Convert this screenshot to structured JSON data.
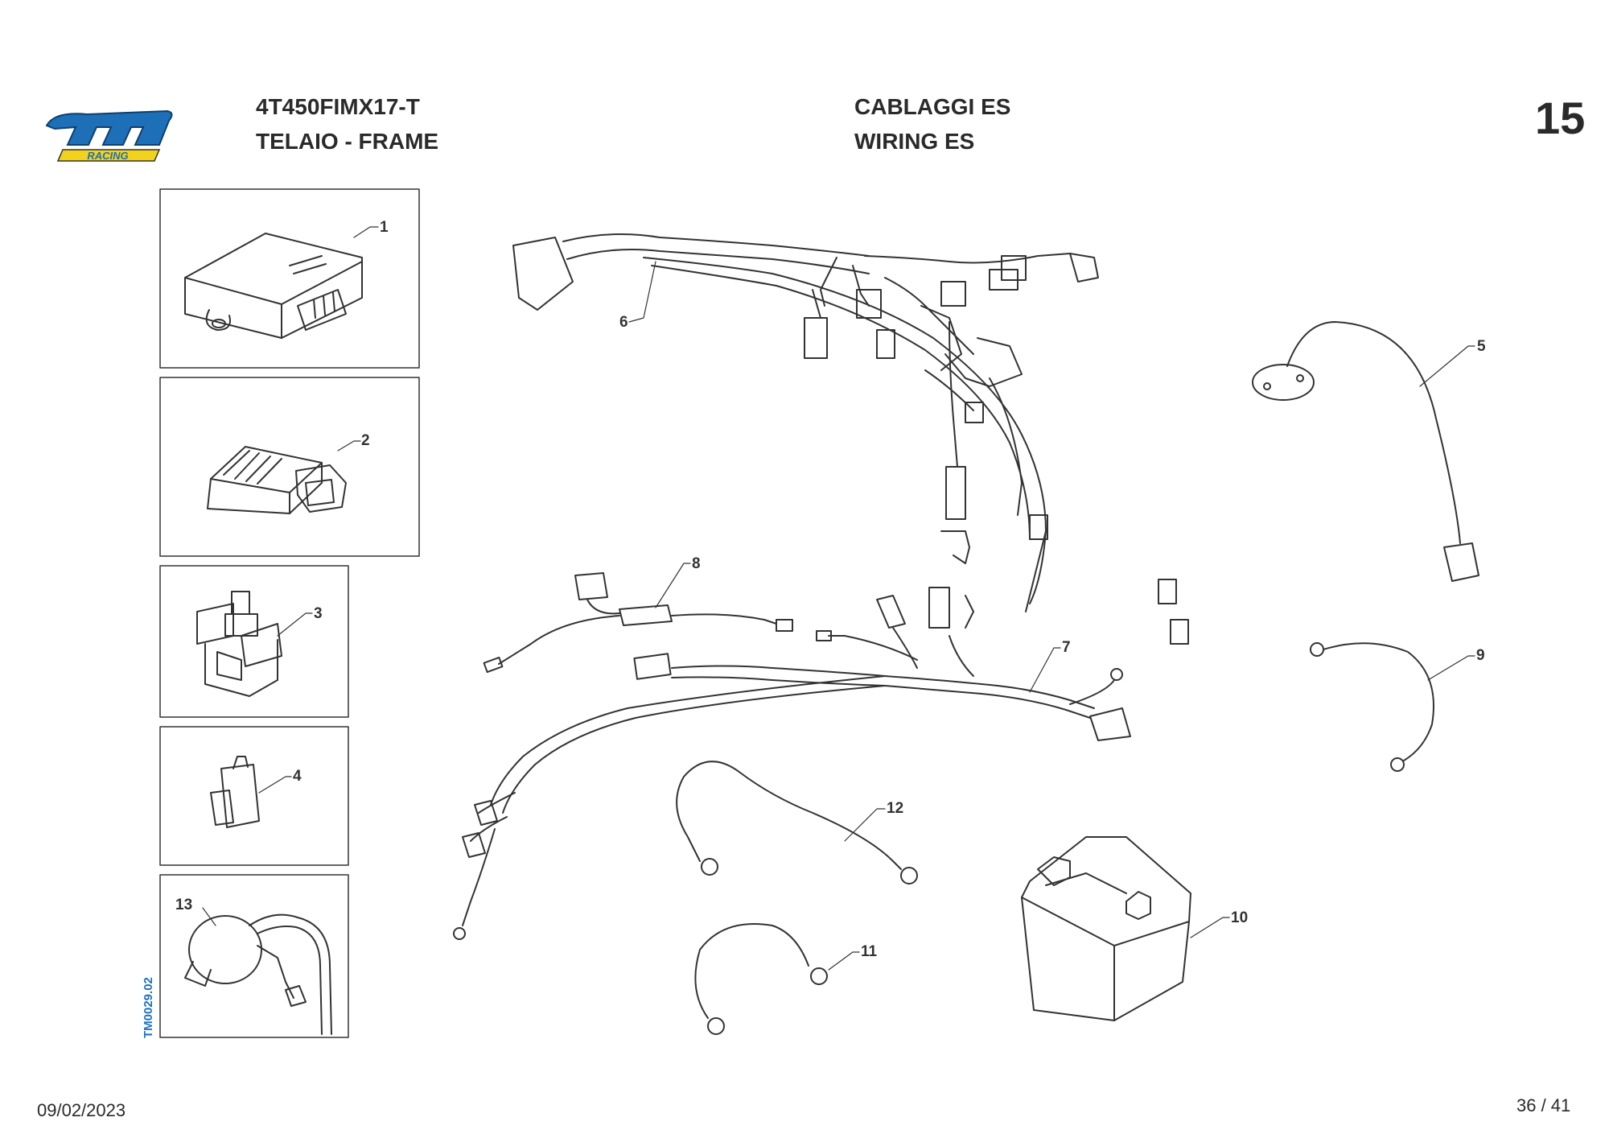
{
  "header": {
    "model_code": "4T450FIMX17-T",
    "section": "TELAIO - FRAME",
    "group_it": "CABLAGGI ES",
    "group_en": "WIRING ES",
    "page_number": "15"
  },
  "logo": {
    "text": "tm",
    "subtext": "RACING"
  },
  "drawing_code": "TM0029.02",
  "footer": {
    "date": "09/02/2023",
    "page": "36 / 41"
  },
  "callouts": {
    "c1": "1",
    "c2": "2",
    "c3": "3",
    "c4": "4",
    "c5": "5",
    "c6": "6",
    "c7": "7",
    "c8": "8",
    "c9": "9",
    "c10": "10",
    "c11": "11",
    "c12": "12",
    "c13": "13"
  },
  "colors": {
    "line": "#333333",
    "logo_blue": "#1d6fb8",
    "logo_yellow": "#f2d21b",
    "code_blue": "#1b72c0"
  }
}
